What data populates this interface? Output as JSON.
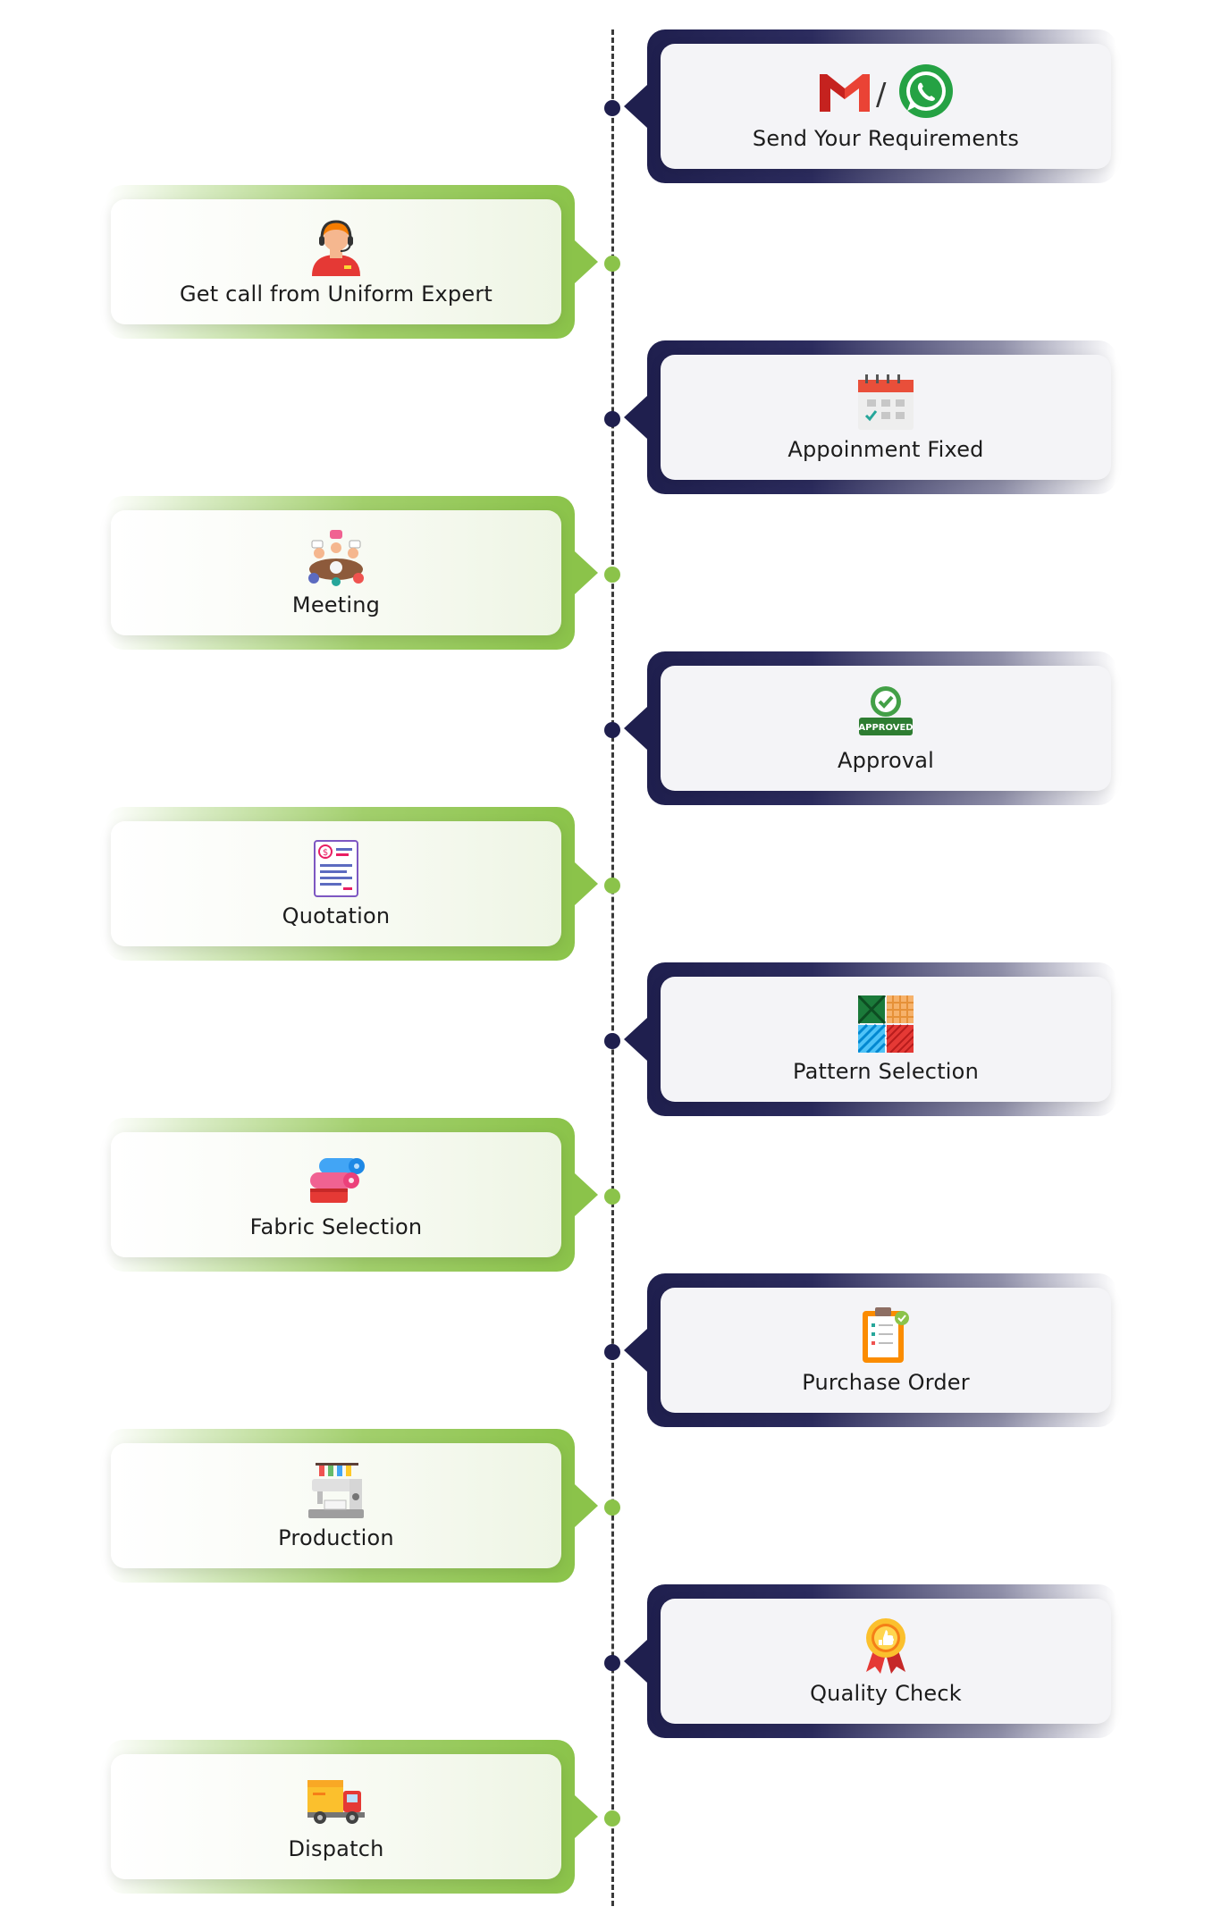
{
  "colors": {
    "navy": "#1f1f4e",
    "green": "#8bc34a",
    "line": "#3a3a3a"
  },
  "steps": [
    {
      "label": "Send Your Requirements",
      "side": "right",
      "icon": "gmail-whatsapp-icon"
    },
    {
      "label": "Get call from Uniform Expert",
      "side": "left",
      "icon": "call-agent-icon"
    },
    {
      "label": "Appoinment Fixed",
      "side": "right",
      "icon": "calendar-icon"
    },
    {
      "label": "Meeting",
      "side": "left",
      "icon": "meeting-icon"
    },
    {
      "label": "Approval",
      "side": "right",
      "icon": "approved-badge-icon"
    },
    {
      "label": "Quotation",
      "side": "left",
      "icon": "quotation-icon"
    },
    {
      "label": "Pattern Selection",
      "side": "right",
      "icon": "pattern-swatches-icon"
    },
    {
      "label": "Fabric Selection",
      "side": "left",
      "icon": "fabric-rolls-icon"
    },
    {
      "label": "Purchase Order",
      "side": "right",
      "icon": "clipboard-icon"
    },
    {
      "label": "Production",
      "side": "left",
      "icon": "sewing-machine-icon"
    },
    {
      "label": "Quality Check",
      "side": "right",
      "icon": "quality-medal-icon"
    },
    {
      "label": "Dispatch",
      "side": "left",
      "icon": "delivery-truck-icon"
    }
  ],
  "icons": {
    "separator": "/",
    "approved_text": "APPROVED"
  }
}
